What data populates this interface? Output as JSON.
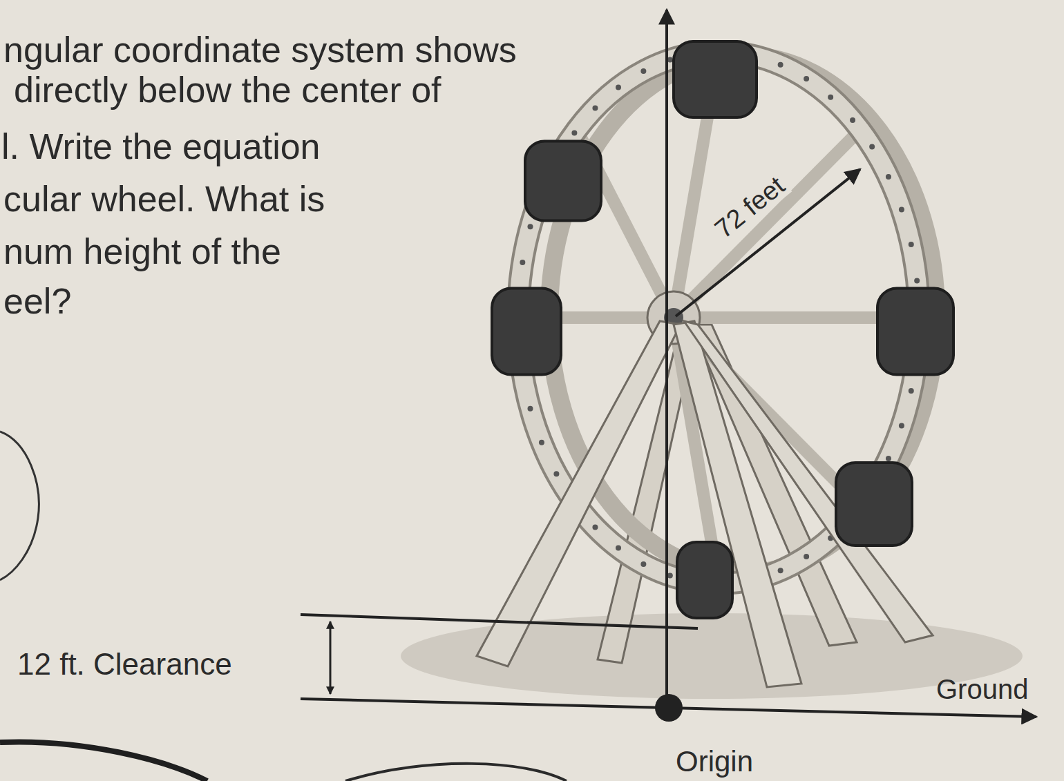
{
  "diagram": {
    "labels": [
      "ngular coordinate system shows",
      "directly below the center of",
      "l. Write the equation",
      "cular wheel. What is",
      "num height of the",
      "eel?",
      "72 feet",
      "12 ft. Clearance",
      "Ground",
      "Origin"
    ]
  }
}
